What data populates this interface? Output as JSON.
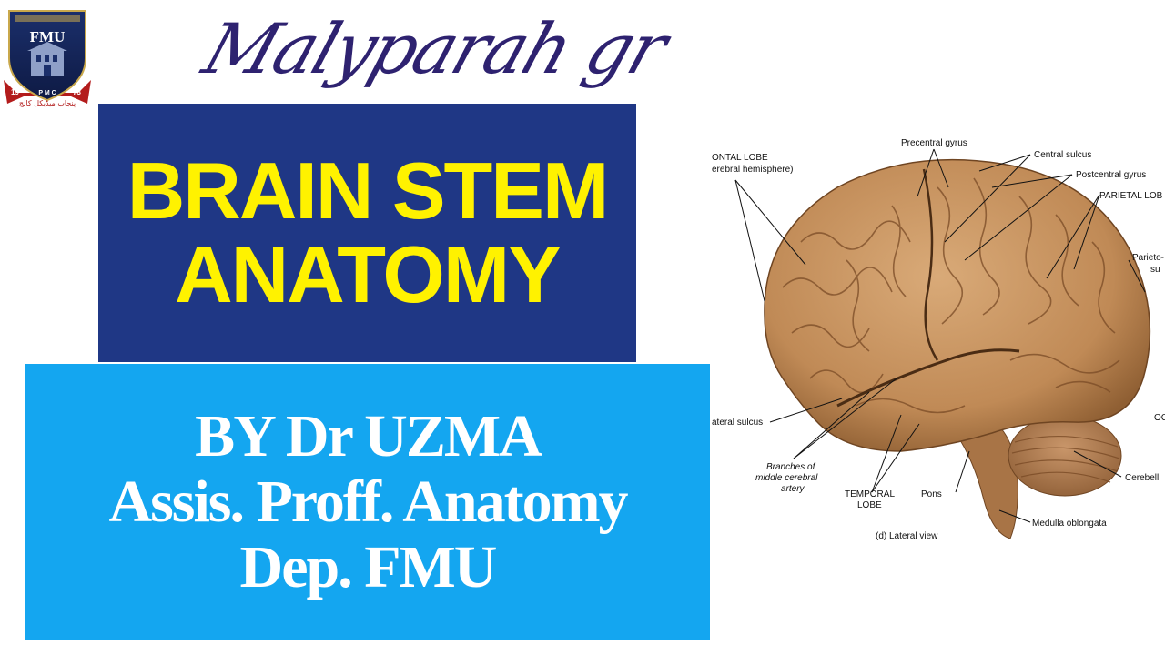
{
  "logo": {
    "text": "FMU",
    "year_left": "19",
    "year_right": "73",
    "initials": "P M C",
    "urdu_text": "پنجاب میڈیکل کالج"
  },
  "signature": "Malyparah gr",
  "title": {
    "line1": "BRAIN STEM",
    "line2": "ANATOMY"
  },
  "author": {
    "line1": "BY Dr UZMA",
    "line2": "Assis. Proff. Anatomy",
    "line3": "Dep. FMU"
  },
  "colors": {
    "title_bg": "#1f3785",
    "title_text": "#fff200",
    "author_bg": "#14a6f0",
    "author_text": "#ffffff",
    "signature": "#2e2270"
  },
  "figure": {
    "labels": {
      "frontal_lobe": "ONTAL LOBE",
      "cerebral_hemisphere": "erebral hemisphere)",
      "precentral_gyrus": "Precentral gyrus",
      "central_sulcus": "Central sulcus",
      "postcentral_gyrus": "Postcentral gyrus",
      "parietal_lobe": "PARIETAL LOB",
      "parieto_1": "Parieto-",
      "parieto_2": "su",
      "lateral_sulcus": "ateral sulcus",
      "branches_1": "Branches of",
      "branches_2": "middle cerebral",
      "branches_3": "artery",
      "temporal_1": "TEMPORAL",
      "temporal_2": "LOBE",
      "pons": "Pons",
      "medulla": "Medulla oblongata",
      "cerebellum": "Cerebell",
      "occipital": "OC",
      "view_caption": "(d) Lateral view"
    }
  }
}
